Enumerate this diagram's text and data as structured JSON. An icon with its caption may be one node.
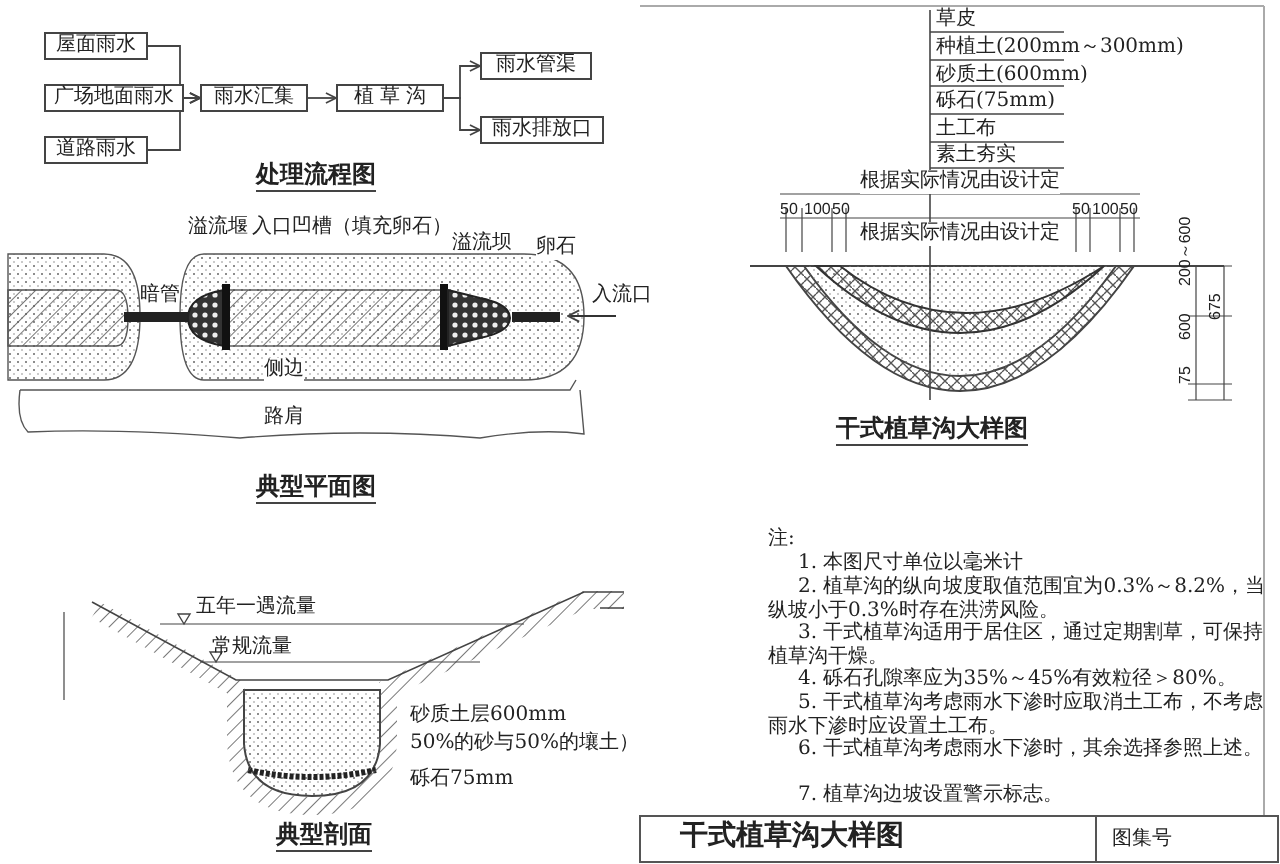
{
  "diagram": {
    "nodes": [
      {
        "text": [
          "屋面雨水"
        ]
      },
      {
        "text": [
          "广场地面雨水"
        ]
      },
      {
        "text": [
          "道路雨水"
        ]
      },
      {
        "text": [
          "雨水汇集"
        ]
      },
      {
        "text": [
          "植 草 沟"
        ]
      },
      {
        "text": [
          "雨水管渠"
        ]
      },
      {
        "text": [
          "雨水排放口"
        ]
      }
    ],
    "edges": [
      {
        "from": 0,
        "to": 3,
        "arrow": "to"
      },
      {
        "from": 1,
        "to": 3,
        "arrow": "to"
      },
      {
        "from": 2,
        "to": 3,
        "arrow": "to"
      },
      {
        "from": 3,
        "to": 4,
        "arrow": "to"
      },
      {
        "from": 4,
        "to": 5,
        "arrow": "to"
      },
      {
        "from": 4,
        "to": 6,
        "arrow": "to"
      }
    ],
    "labels": [
      "处理流程图",
      "溢流堰",
      "入口凹槽（填充卵石）",
      "溢流坝",
      "卵石",
      "暗管",
      "入流口",
      "侧边",
      "路肩",
      "典型平面图",
      "草皮",
      "种植土(200mm～300mm)",
      "砂质土(600mm)",
      "砾石(75mm)",
      "土工布",
      "素土夯实",
      "根据实际情况由设计定",
      "50",
      "100",
      "50",
      "50",
      "100",
      "50",
      "根据实际情况由设计定",
      "75",
      "600",
      "200～600",
      "675",
      "干式植草沟大样图",
      "五年一遇流量",
      "常规流量",
      "砂质土层600mm",
      "50%的砂与50%的壤土）",
      "砾石75mm",
      "典型剖面",
      "注:",
      "1. 本图尺寸单位以毫米计",
      "2. 植草沟的纵向坡度取值范围宜为0.3%～8.2%，当纵坡小于0.3%时存在洪涝风险。",
      "3. 干式植草沟适用于居住区，通过定期割草，可保持植草沟干燥。",
      "4. 砾石孔隙率应为35%～45%有效粒径＞80%。",
      "5. 干式植草沟考虑雨水下渗时应取消土工布，不考虑雨水下渗时应设置土工布。",
      "6. 干式植草沟考虑雨水下渗时，其余选择参照上述。",
      "7. 植草沟边坡设置警示标志。",
      "干式植草沟大样图",
      "图集号"
    ]
  }
}
